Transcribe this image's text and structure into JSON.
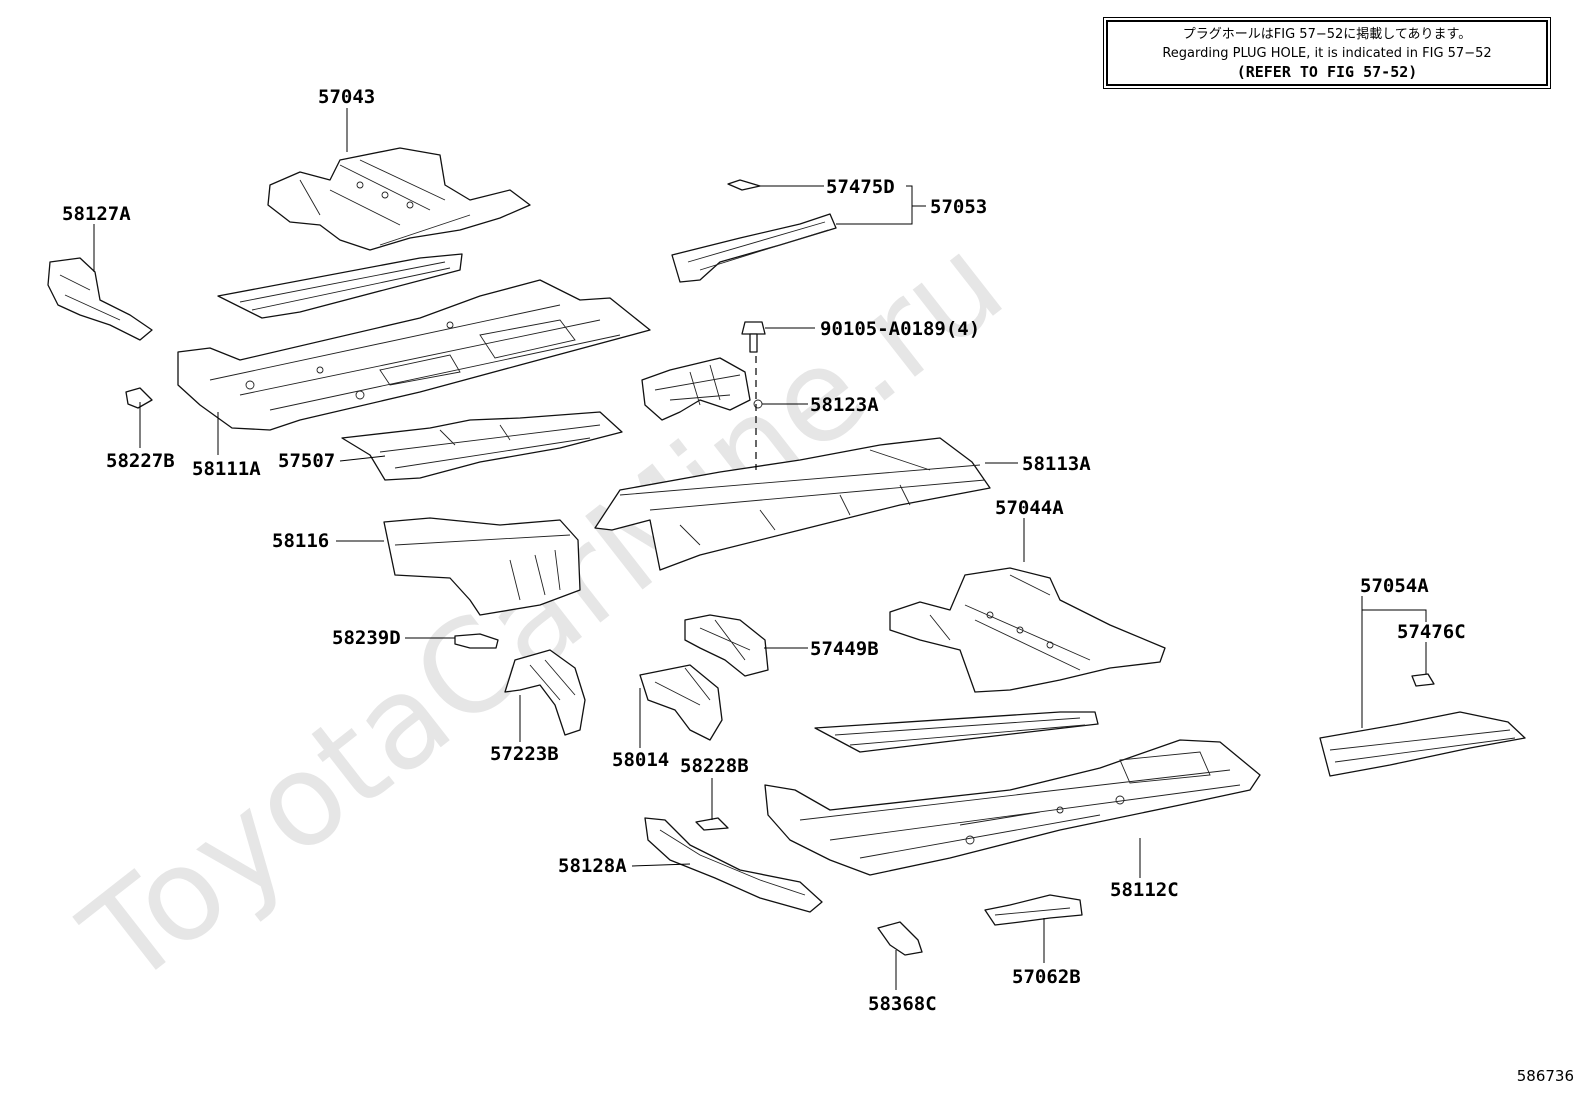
{
  "note": {
    "line_ja": "プラグホールはFIG 57−52に掲載してあります。",
    "line_en": "Regarding PLUG HOLE, it is indicated in FIG 57−52",
    "line_ref": "(REFER TO FIG 57-52)"
  },
  "watermark": "ToyotaCarMine.ru",
  "figure_number": "586736",
  "part_labels": {
    "p57043": "57043",
    "p58127A": "58127A",
    "p58227B": "58227B",
    "p58111A": "58111A",
    "p57507": "57507",
    "p58116": "58116",
    "p58239D": "58239D",
    "p57223B": "57223B",
    "p58014": "58014",
    "p58228B": "58228B",
    "p58128A": "58128A",
    "p58368C": "58368C",
    "p57062B": "57062B",
    "p58112C": "58112C",
    "p57054A": "57054A",
    "p57476C": "57476C",
    "p57044A": "57044A",
    "p57449B": "57449B",
    "p58113A": "58113A",
    "p58123A": "58123A",
    "p90105": "90105-A0189(4)",
    "p57475D": "57475D",
    "p57053": "57053"
  }
}
